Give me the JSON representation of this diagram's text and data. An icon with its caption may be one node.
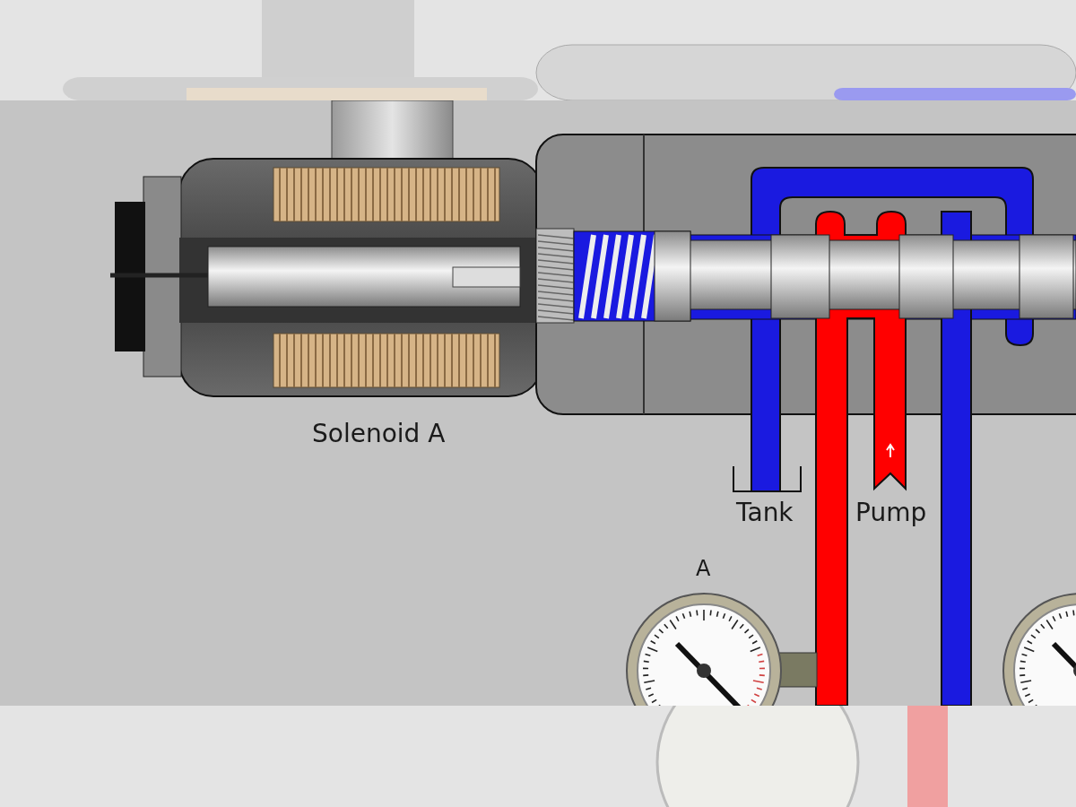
{
  "diagram": {
    "labels": [
      "Solenoid A",
      "Tank",
      "Pump",
      "A"
    ]
  }
}
